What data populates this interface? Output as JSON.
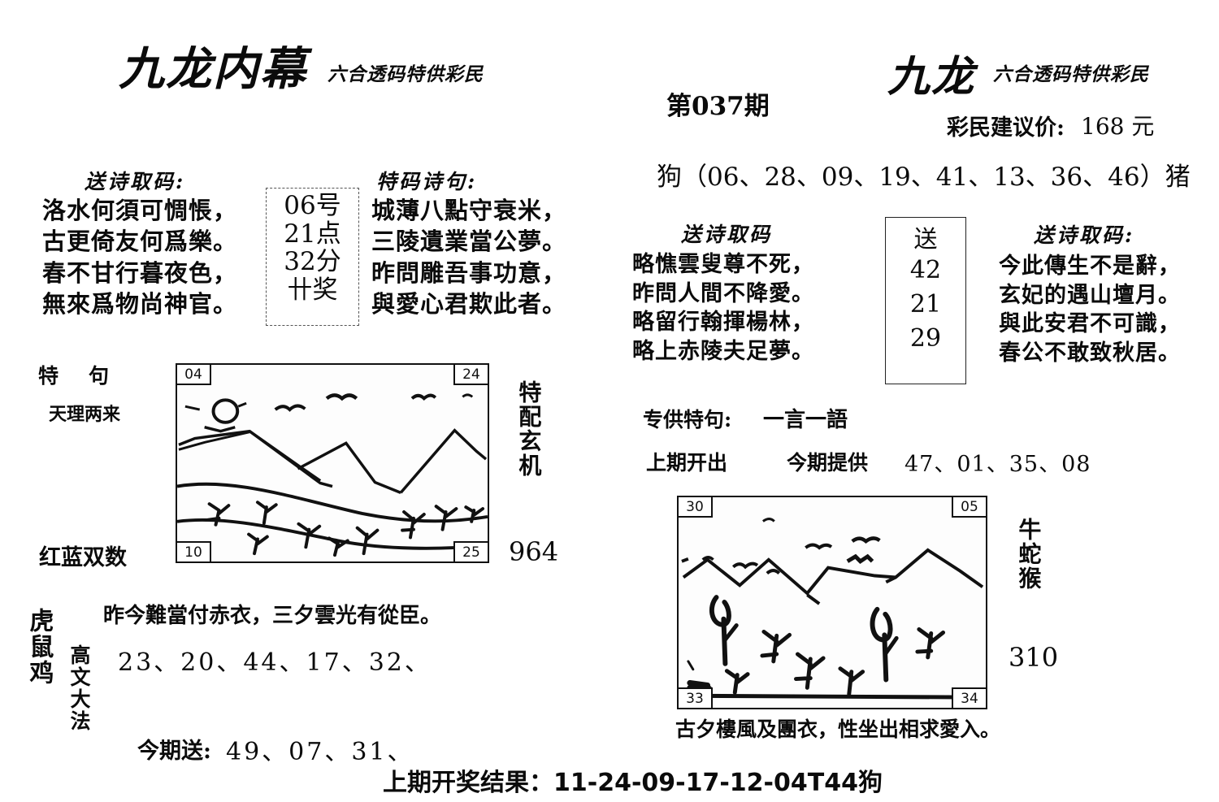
{
  "left_panel": {
    "brand": "九龙内幕",
    "brand_sub": "六合透码特供彩民",
    "poem_a": {
      "title": "送诗取码:",
      "lines": [
        "洛水何須可惆悵，",
        "古更倚友何爲樂。",
        "春不甘行暮夜色，",
        "無來爲物尚神官。"
      ]
    },
    "code_box": {
      "lines": [
        "06号",
        "21点",
        "32分",
        "卄奖"
      ]
    },
    "poem_b": {
      "title": "特码诗句:",
      "lines": [
        "城薄八點守衰米，",
        "三陵遺業當公夢。",
        "昨問雕吾事功意，",
        "與愛心君欺此者。"
      ]
    },
    "te_ju_label": "特　句",
    "te_ju_value": "天理两来",
    "red_blue_label": "红蓝双数",
    "side_vertical": "特配玄机",
    "side_number": "964",
    "picture": {
      "corner_tl": "04",
      "corner_tr": "24",
      "corner_bl": "10",
      "corner_br": "25"
    },
    "caption": "昨今難當付赤衣，三夕雲光有從臣。",
    "zodiac_vertical": "虎鼠鸡",
    "method_vertical": "高文大法",
    "numbers_row": "23、20、44、17、32、",
    "send_row_label": "今期送:",
    "send_row_numbers": "49、07、31、"
  },
  "right_panel": {
    "issue": "第037期",
    "brand": "九龙",
    "brand_sub": "六合透码特供彩民",
    "price_label": "彩民建议价:",
    "price_value": "168 元",
    "zodiac_range": "狗（06、28、09、19、41、13、36、46）猪",
    "poem_a": {
      "title": "送诗取码",
      "lines": [
        "略憔雲叟尊不死，",
        "昨問人間不降愛。",
        "略留行翰揮楊林，",
        "略上赤陵夫足夢。"
      ]
    },
    "send_box": {
      "lines": [
        "送",
        "42",
        "21",
        "29"
      ]
    },
    "poem_b": {
      "title": "送诗取码:",
      "lines": [
        "今此傳生不是辭，",
        "玄妃的遇山壇月。",
        "與此安君不可識，",
        "春公不敢致秋居。"
      ]
    },
    "special_label": "专供特句:",
    "special_value": "一言一語",
    "last_issue_label": "上期开出",
    "this_issue_label": "今期提供",
    "this_issue_numbers": "47、01、35、08",
    "picture": {
      "corner_tl": "30",
      "corner_tr": "05",
      "corner_bl": "33",
      "corner_br": "34"
    },
    "side_vertical": "牛蛇猴",
    "side_number": "310",
    "caption": "古夕樓風及團衣，性坐出相求愛入。"
  },
  "footer": {
    "text": "上期开奖结果：11-24-09-17-12-04T44狗"
  },
  "colors": {
    "ink": "#0b0b0b",
    "paper": "#ffffff",
    "frame": "#111111"
  }
}
